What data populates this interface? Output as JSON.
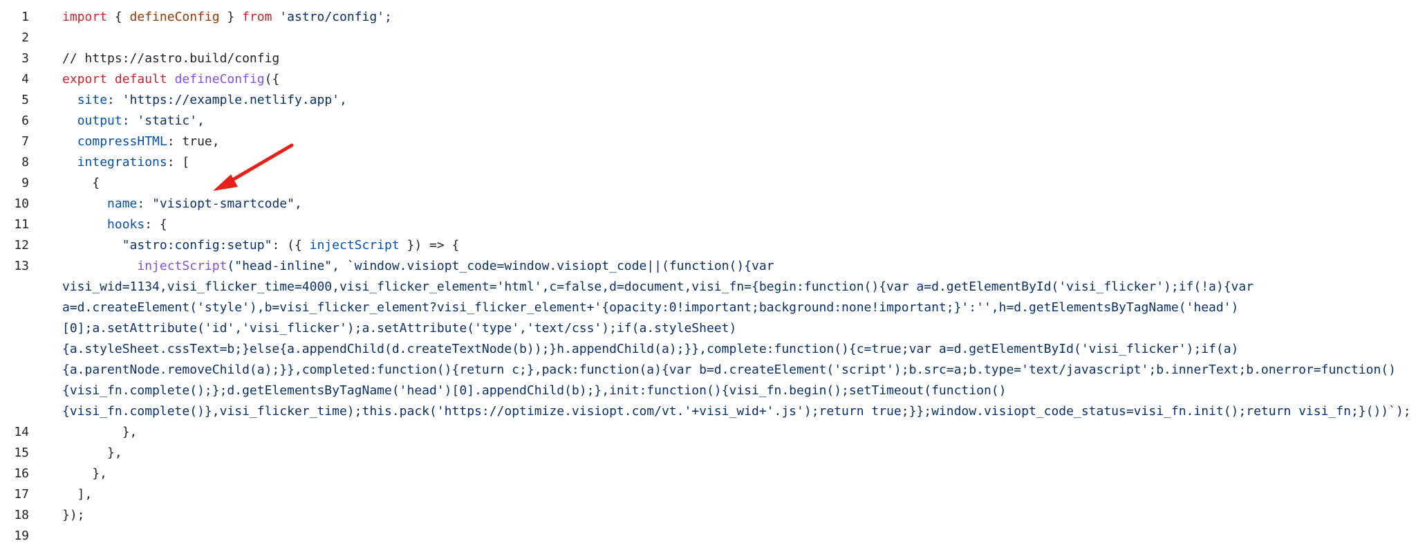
{
  "editor": {
    "line_numbers": [
      "1",
      "2",
      "3",
      "4",
      "5",
      "6",
      "7",
      "8",
      "9",
      "10",
      "11",
      "12",
      "13",
      "14",
      "15",
      "16",
      "17",
      "18",
      "19"
    ],
    "colors": {
      "keyword": "#cf222e",
      "function": "#8250df",
      "string": "#0a3069",
      "property": "#0550ae",
      "import_name": "#953800",
      "text": "#1f2328",
      "annotation_arrow": "#e8201a"
    },
    "tokens": {
      "l1_import": "import",
      "l1_brace_open": " { ",
      "l1_defineConfig": "defineConfig",
      "l1_brace_close": " } ",
      "l1_from": "from",
      "l1_module": " 'astro/config';",
      "l3_comment": "// https://astro.build/config",
      "l4_export": "export",
      "l4_default": " default",
      "l4_space": " ",
      "l4_defineConfig": "defineConfig",
      "l4_paren": "({",
      "l5_indent": "  ",
      "l5_key": "site",
      "l5_val": ": 'https://example.netlify.app',",
      "l6_indent": "  ",
      "l6_key": "output",
      "l6_val": ": 'static',",
      "l7_indent": "  ",
      "l7_key": "compressHTML",
      "l7_val": ": true,",
      "l8_indent": "  ",
      "l8_key": "integrations",
      "l8_val": ": [",
      "l9": "    {",
      "l10_indent": "      ",
      "l10_key": "name",
      "l10_val": ": \"visiopt-smartcode\",",
      "l11_indent": "      ",
      "l11_key": "hooks",
      "l11_val": ": {",
      "l12_indent": "        ",
      "l12_hook": "\"astro:config:setup\"",
      "l12_mid": ": ({ ",
      "l12_inject": "injectScript",
      "l12_end": " }) => {",
      "l13_indent": "          ",
      "l13_inject": "injectScript",
      "l13_rest": "(\"head-inline\", `window.visiopt_code=window.visiopt_code||(function(){var",
      "l13_wrap1": "visi_wid=1134,visi_flicker_time=4000,visi_flicker_element='html',c=false,d=document,visi_fn={begin:function(){var a=d.getElementById('visi_flicker');if(!a){var",
      "l13_wrap2": "a=d.createElement('style'),b=visi_flicker_element?visi_flicker_element+'{opacity:0!important;background:none!important;}':'',h=d.getElementsByTagName('head')",
      "l13_wrap3": "[0];a.setAttribute('id','visi_flicker');a.setAttribute('type','text/css');if(a.styleSheet)",
      "l13_wrap4": "{a.styleSheet.cssText=b;}else{a.appendChild(d.createTextNode(b));}h.appendChild(a);}},complete:function(){c=true;var a=d.getElementById('visi_flicker');if(a)",
      "l13_wrap5": "{a.parentNode.removeChild(a);}},completed:function(){return c;},pack:function(a){var b=d.createElement('script');b.src=a;b.type='text/javascript';b.innerText;b.onerror=function()",
      "l13_wrap6": "{visi_fn.complete();};d.getElementsByTagName('head')[0].appendChild(b);},init:function(){visi_fn.begin();setTimeout(function()",
      "l13_wrap7": "{visi_fn.complete()},visi_flicker_time);this.pack('https://optimize.visiopt.com/vt.'+visi_wid+'.js');return true;}};window.visiopt_code_status=visi_fn.init();return visi_fn;}())`);",
      "l14": "        },",
      "l15": "      },",
      "l16": "    },",
      "l17": "  ],",
      "l18": "});",
      "l19": ""
    }
  }
}
